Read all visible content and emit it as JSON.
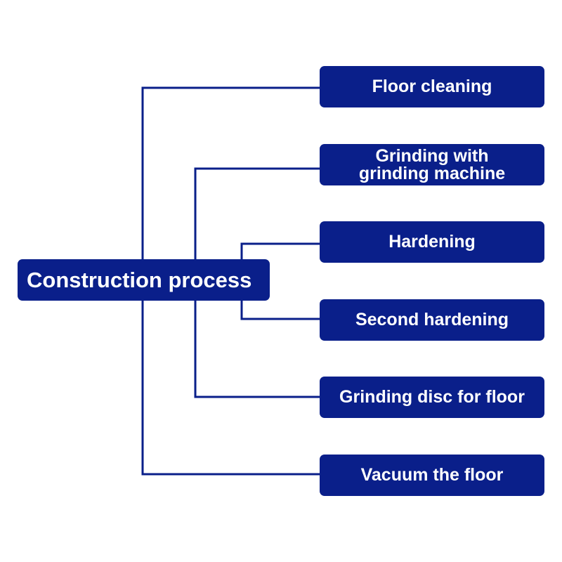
{
  "colors": {
    "box": "#0a1f8a",
    "line": "#0a1f8a",
    "text": "#ffffff",
    "background": "#ffffff"
  },
  "root": {
    "label": "Construction process"
  },
  "steps": [
    {
      "label": "Floor cleaning"
    },
    {
      "label": "Grinding with\ngrinding machine"
    },
    {
      "label": "Hardening"
    },
    {
      "label": "Second hardening"
    },
    {
      "label": "Grinding disc for floor"
    },
    {
      "label": "Vacuum the floor"
    }
  ]
}
